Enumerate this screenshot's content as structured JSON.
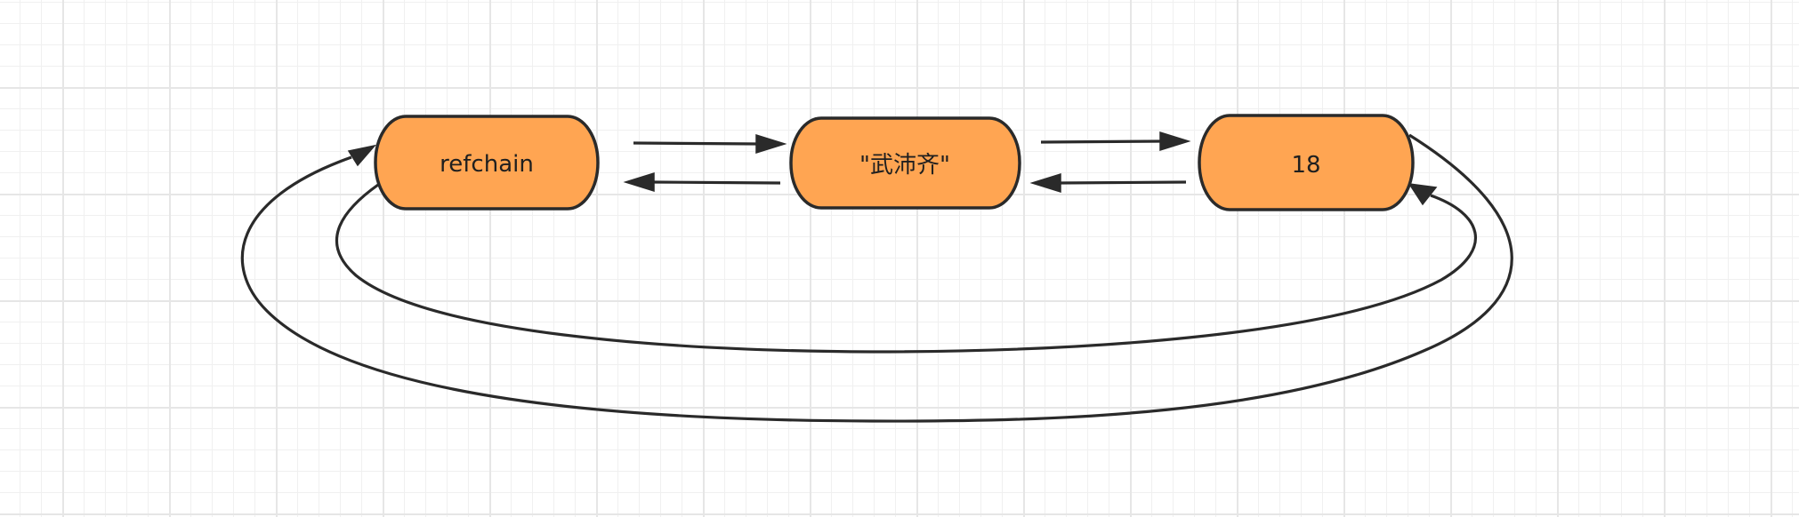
{
  "diagram": {
    "type": "circular-doubly-linked-list",
    "colors": {
      "node_fill": "#ffa552",
      "node_stroke": "#2a2a2a",
      "edge": "#2a2a2a"
    },
    "nodes": [
      {
        "id": "n1",
        "label": "refchain"
      },
      {
        "id": "n2",
        "label": "\"武沛齐\""
      },
      {
        "id": "n3",
        "label": "18"
      }
    ],
    "edges": [
      {
        "from": "n1",
        "to": "n2"
      },
      {
        "from": "n2",
        "to": "n1"
      },
      {
        "from": "n2",
        "to": "n3"
      },
      {
        "from": "n3",
        "to": "n2"
      },
      {
        "from": "n3",
        "to": "n1"
      },
      {
        "from": "n1",
        "to": "n3"
      }
    ]
  }
}
